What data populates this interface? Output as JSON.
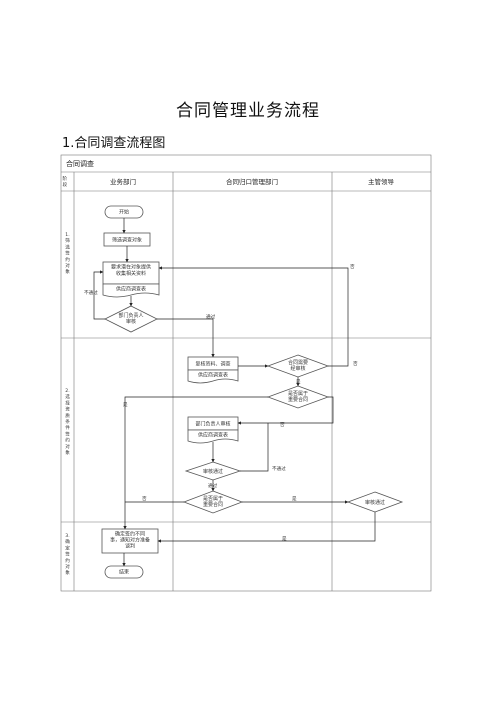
{
  "document": {
    "title": "合同管理业务流程",
    "subtitle": "1.合同调查流程图"
  },
  "table": {
    "title": "合同调查",
    "header": {
      "stage": "阶段",
      "dept": "业务部门",
      "contract": "合同归口管理部门",
      "leader": "主管领导"
    },
    "stages": [
      [
        "1.",
        "筛",
        "选",
        "签",
        "约",
        "对",
        "象"
      ],
      [
        "2.",
        "选",
        "择",
        "资",
        "质",
        "条",
        "件",
        "签",
        "约",
        "对",
        "象"
      ],
      [
        "3.",
        "确",
        "定",
        "签",
        "约",
        "对",
        "象"
      ]
    ]
  },
  "nodes": {
    "start": "开始",
    "screen": "筛选调查对象",
    "collect": [
      "要求潜在对象提供",
      "收集相关资料"
    ],
    "collect_doc": "供应商调查表",
    "dept_review": [
      "部门负责人",
      "审核"
    ],
    "verify": "复核资料、调查",
    "verify_doc": "供应商调查表",
    "check_contract": [
      "合同需要",
      "经审核"
    ],
    "is_important": [
      "是否属于",
      "重要合同"
    ],
    "dept_approve": "部门负责人审核",
    "dept_approve_doc": "供应商调查表",
    "audit_pass": "审核通过",
    "is_major": [
      "是否属于",
      "重要合同"
    ],
    "leader_review": "审核通过",
    "decide": [
      "确定签约不同",
      "事，通知对方准备",
      "谈判"
    ],
    "end": "结束"
  },
  "labels": {
    "no_pass_1": "不通过",
    "pass_1": "通过",
    "no_1": "否",
    "yes_1": "是",
    "yes_2": "是",
    "no_2": "否",
    "no_pass_2": "不通过",
    "pass_2": "通过",
    "no_3": "否",
    "yes_3": "是",
    "yes_4": "是"
  }
}
